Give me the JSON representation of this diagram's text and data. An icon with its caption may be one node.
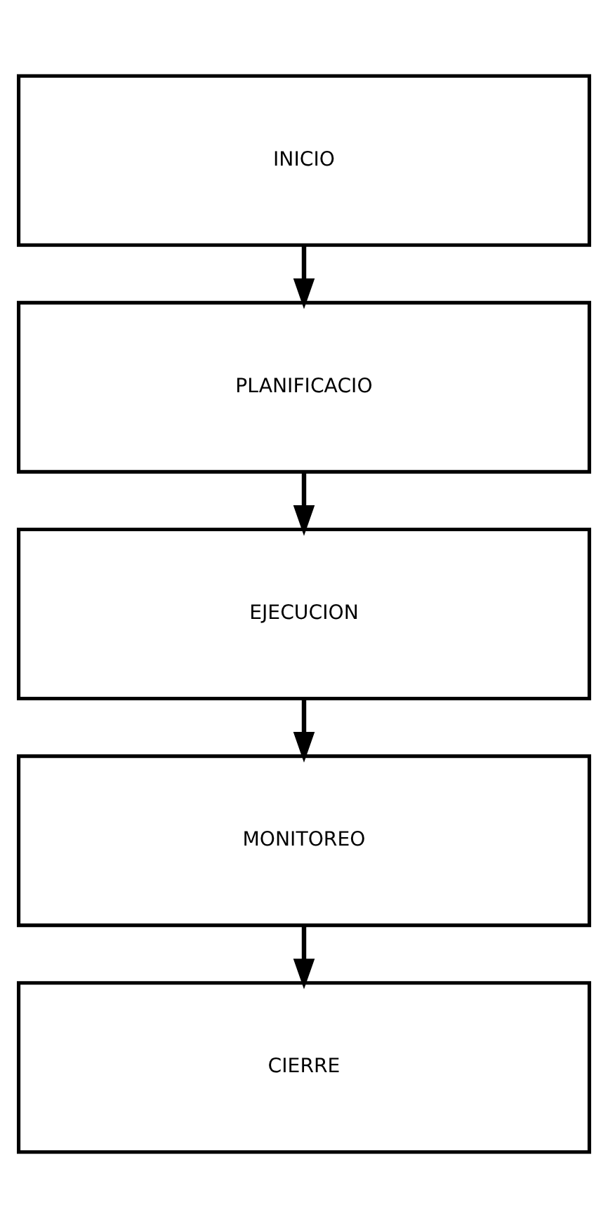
{
  "diagram": {
    "nodes": [
      {
        "text": [
          "INICIO"
        ]
      },
      {
        "text": [
          "PLANIFICACIO"
        ]
      },
      {
        "text": [
          "EJECUCION"
        ]
      },
      {
        "text": [
          "MONITOREO"
        ]
      },
      {
        "text": [
          "CIERRE"
        ]
      }
    ],
    "edges": [
      {
        "from": 0,
        "to": 1,
        "arrow": "to"
      },
      {
        "from": 1,
        "to": 2,
        "arrow": "to"
      },
      {
        "from": 2,
        "to": 3,
        "arrow": "to"
      },
      {
        "from": 3,
        "to": 4,
        "arrow": "to"
      }
    ]
  }
}
